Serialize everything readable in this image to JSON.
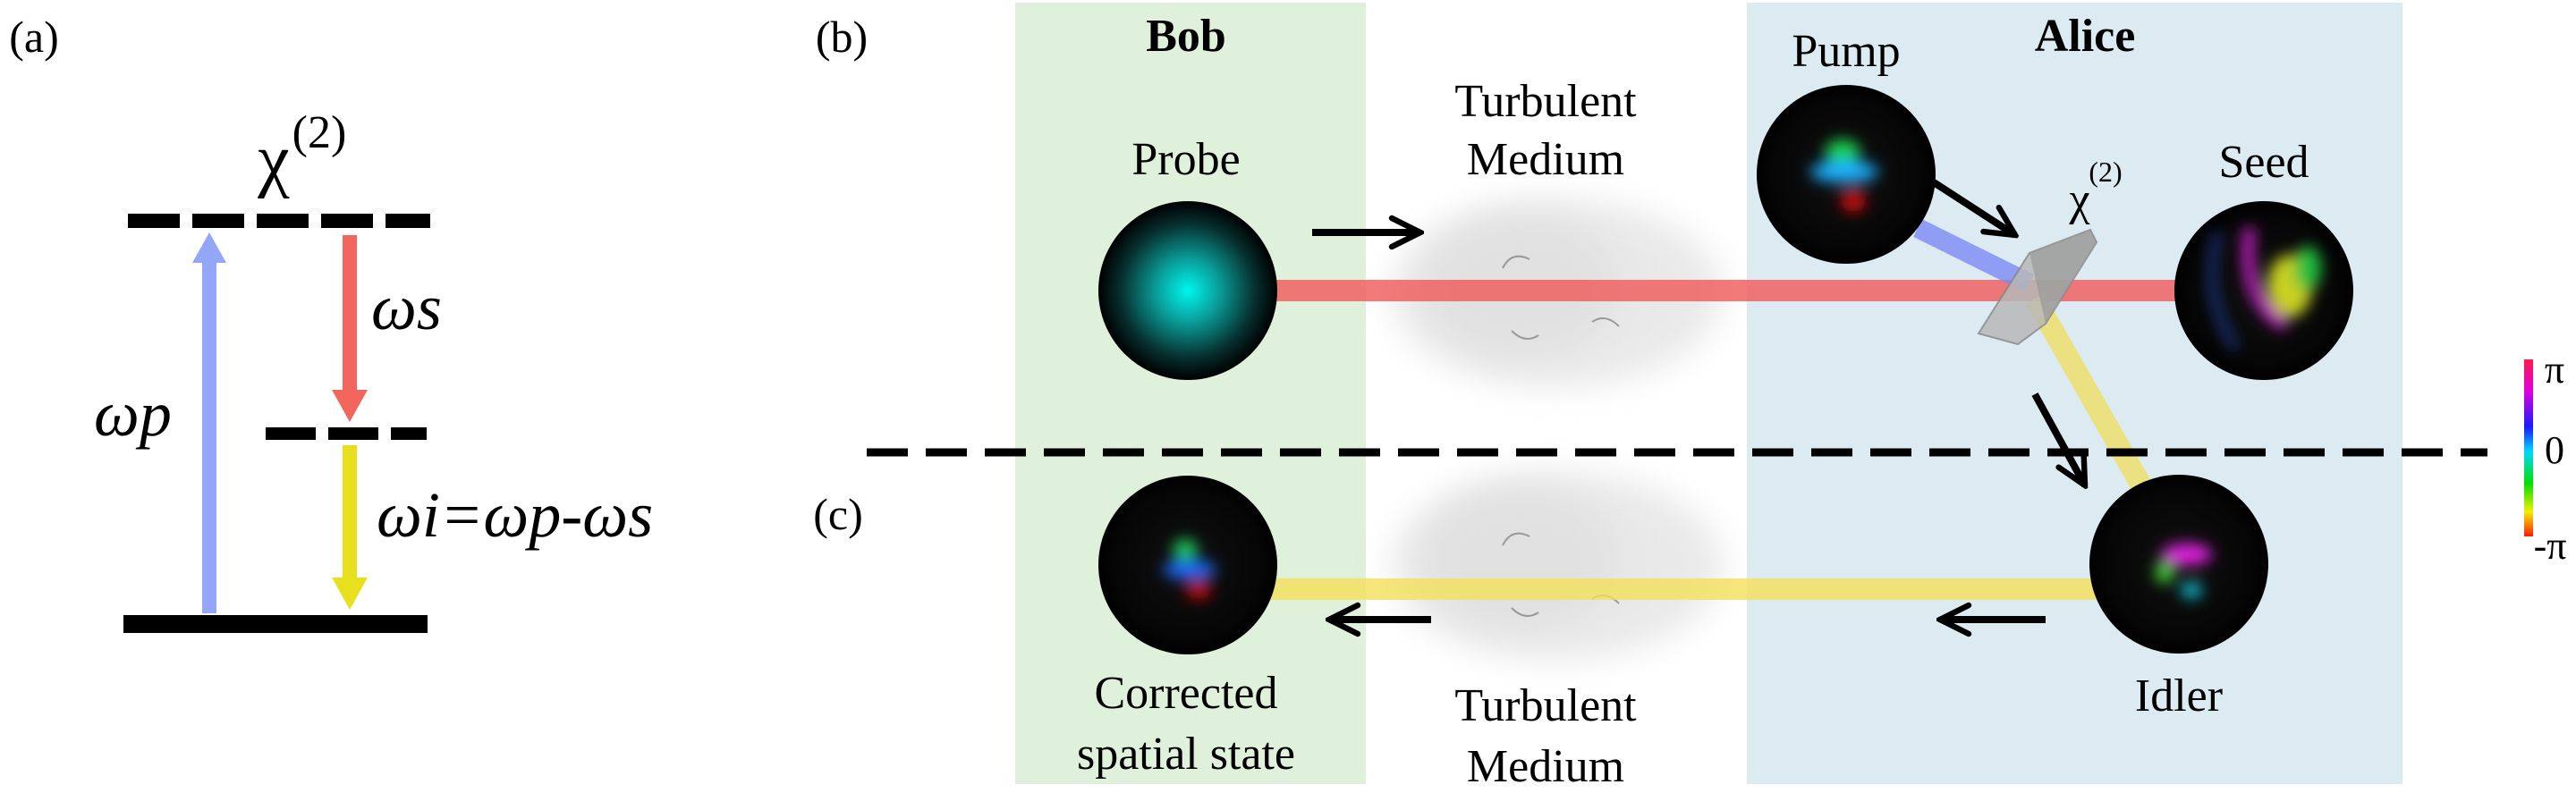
{
  "panels": {
    "a": "(a)",
    "b": "(b)",
    "c": "(c)"
  },
  "energy_diagram": {
    "chi": "χ",
    "chi_order": "(2)",
    "omega_p": "ωp",
    "omega_s": "ωs",
    "omega_i_eq": "ωi=ωp-ωs",
    "colors": {
      "pump": "#94a6f7",
      "signal": "#f2665e",
      "idler": "#e8df1e"
    }
  },
  "setup": {
    "bob": {
      "title": "Bob",
      "probe": "Probe",
      "corrected_line1": "Corrected",
      "corrected_line2": "spatial state",
      "color": "#dff0db"
    },
    "alice": {
      "title": "Alice",
      "pump": "Pump",
      "seed": "Seed",
      "idler": "Idler",
      "crystal_chi": "χ",
      "crystal_order": "(2)",
      "color": "#dcebf2"
    },
    "medium_top": {
      "line1": "Turbulent",
      "line2": "Medium"
    },
    "medium_bottom": {
      "line1": "Turbulent",
      "line2": "Medium"
    }
  },
  "colorbar": {
    "max": "π",
    "mid": "0",
    "min": "-π"
  }
}
